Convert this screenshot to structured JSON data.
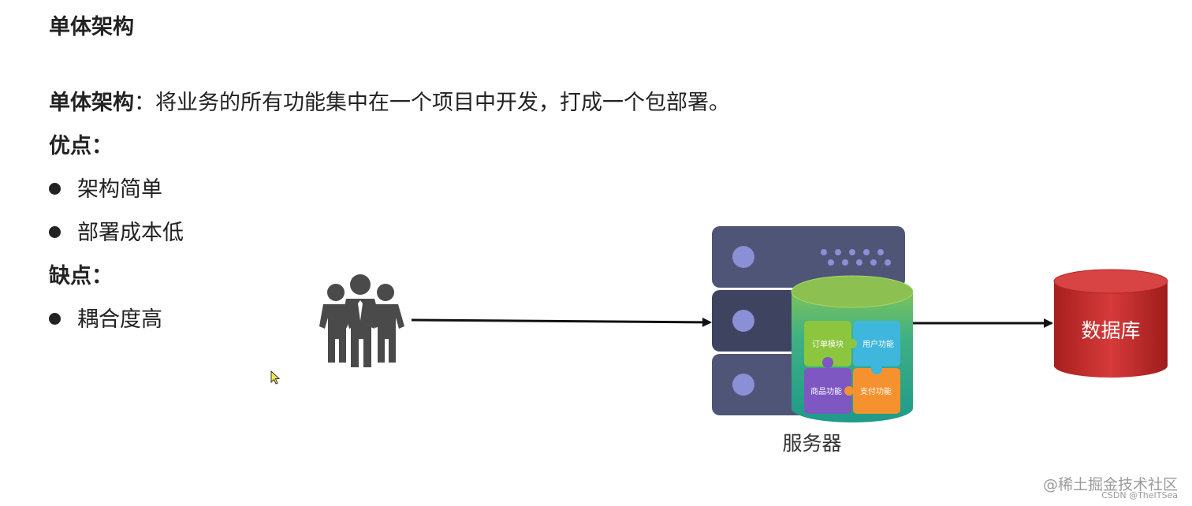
{
  "title": "单体架构",
  "definition": {
    "term": "单体架构",
    "separator": "：",
    "text": "将业务的所有功能集中在一个项目中开发，打成一个包部署。"
  },
  "pros": {
    "label": "优点：",
    "items": [
      "架构简单",
      "部署成本低"
    ]
  },
  "cons": {
    "label": "缺点：",
    "items": [
      "耦合度高"
    ]
  },
  "diagram": {
    "users_icon": "people-group-icon",
    "server_label": "服务器",
    "database_label": "数据库",
    "modules": [
      "订单模块",
      "用户功能",
      "商品功能",
      "支付功能"
    ],
    "colors": {
      "server": "#4f5576",
      "server_dark": "#3e4360",
      "cylinder_top": "#8cc152",
      "cylinder_body": "#2fa891",
      "db_red": "#c62d2d",
      "module_green": "#8cc63f",
      "module_blue": "#3fb6dc",
      "module_purple": "#7e57c2",
      "module_orange": "#f5922f"
    }
  },
  "watermark": {
    "line1": "@稀土掘金技术社区",
    "line2": "CSDN @TheITSea"
  }
}
